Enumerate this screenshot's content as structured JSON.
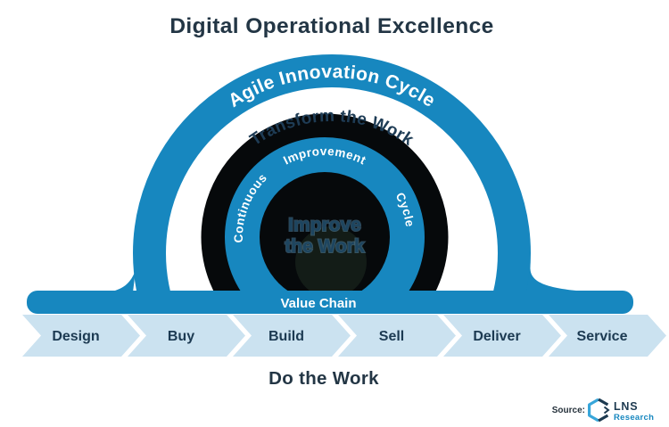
{
  "title": "Digital Operational Excellence",
  "colors": {
    "blue": "#1787BF",
    "light_blue_chevron": "#CBE2F0",
    "navy_text": "#1E3A50",
    "title_navy": "#233645",
    "near_black_ring": "#06090B",
    "white": "#FFFFFF",
    "brand_light_blue": "#38A6DA"
  },
  "rings": {
    "outer_label": "Agile Innovation Cycle",
    "gap_label": "Transform the Work",
    "inner_words": [
      "Continuous",
      "Improvement",
      "Cycle"
    ],
    "center_line1": "Improve",
    "center_line2": "the Work"
  },
  "value_chain": {
    "bar_label": "Value Chain",
    "steps": [
      "Design",
      "Buy",
      "Build",
      "Sell",
      "Deliver",
      "Service"
    ],
    "caption": "Do the Work"
  },
  "source": {
    "label": "Source:",
    "brand_line1": "LNS",
    "brand_line2": "Research",
    "logo_icon": "hexagon-logo-icon"
  }
}
